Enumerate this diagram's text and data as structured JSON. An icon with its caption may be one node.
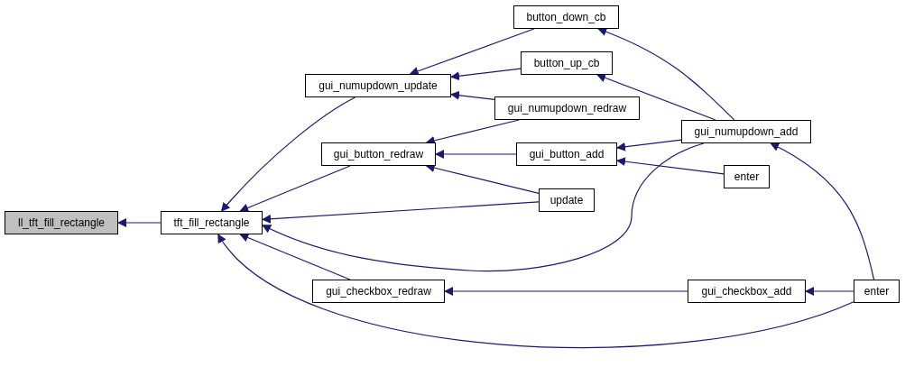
{
  "diagram": {
    "nodes": [
      {
        "text": [
          "ll_tft_fill_rectangle"
        ]
      },
      {
        "text": [
          "tft_fill_rectangle"
        ]
      },
      {
        "text": [
          "gui_numupdown_update"
        ]
      },
      {
        "text": [
          "gui_button_redraw"
        ]
      },
      {
        "text": [
          "gui_checkbox_redraw"
        ]
      },
      {
        "text": [
          "button_down_cb"
        ]
      },
      {
        "text": [
          "button_up_cb"
        ]
      },
      {
        "text": [
          "gui_numupdown_redraw"
        ]
      },
      {
        "text": [
          "gui_button_add"
        ]
      },
      {
        "text": [
          "update"
        ]
      },
      {
        "text": [
          "gui_numupdown_add"
        ]
      },
      {
        "text": [
          "enter"
        ]
      },
      {
        "text": [
          "gui_checkbox_add"
        ]
      },
      {
        "text": [
          "enter"
        ]
      }
    ],
    "edges": [
      {
        "from": 1,
        "to": 0,
        "arrow": "to"
      },
      {
        "from": 2,
        "to": 1,
        "arrow": "to"
      },
      {
        "from": 3,
        "to": 1,
        "arrow": "to"
      },
      {
        "from": 9,
        "to": 1,
        "arrow": "to"
      },
      {
        "from": 10,
        "to": 1,
        "arrow": "to"
      },
      {
        "from": 4,
        "to": 1,
        "arrow": "to"
      },
      {
        "from": 13,
        "to": 1,
        "arrow": "to"
      },
      {
        "from": 5,
        "to": 2,
        "arrow": "to"
      },
      {
        "from": 6,
        "to": 2,
        "arrow": "to"
      },
      {
        "from": 7,
        "to": 2,
        "arrow": "to"
      },
      {
        "from": 7,
        "to": 3,
        "arrow": "to"
      },
      {
        "from": 8,
        "to": 3,
        "arrow": "to"
      },
      {
        "from": 9,
        "to": 3,
        "arrow": "to"
      },
      {
        "from": 10,
        "to": 5,
        "arrow": "to"
      },
      {
        "from": 10,
        "to": 6,
        "arrow": "to"
      },
      {
        "from": 10,
        "to": 8,
        "arrow": "to"
      },
      {
        "from": 11,
        "to": 8,
        "arrow": "to"
      },
      {
        "from": 12,
        "to": 4,
        "arrow": "to"
      },
      {
        "from": 13,
        "to": 12,
        "arrow": "to"
      },
      {
        "from": 13,
        "to": 10,
        "arrow": "to"
      }
    ]
  }
}
